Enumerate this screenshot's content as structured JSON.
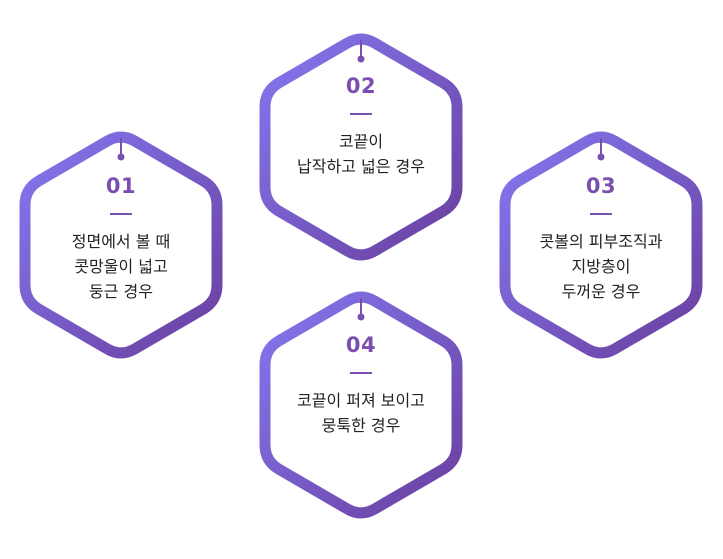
{
  "colors": {
    "gradient_start": "#8478f0",
    "gradient_end": "#6a3f9e",
    "accent": "#7a4fb0",
    "text": "#222222"
  },
  "cards": [
    {
      "number": "01",
      "lines": [
        "정면에서 볼 때",
        "콧망울이 넓고",
        "둥근 경우"
      ]
    },
    {
      "number": "02",
      "lines": [
        "코끝이",
        "납작하고 넓은 경우"
      ]
    },
    {
      "number": "03",
      "lines": [
        "콧볼의 피부조직과",
        "지방층이",
        "두꺼운 경우"
      ]
    },
    {
      "number": "04",
      "lines": [
        "코끝이 퍼져 보이고",
        "뭉툭한 경우"
      ]
    }
  ]
}
